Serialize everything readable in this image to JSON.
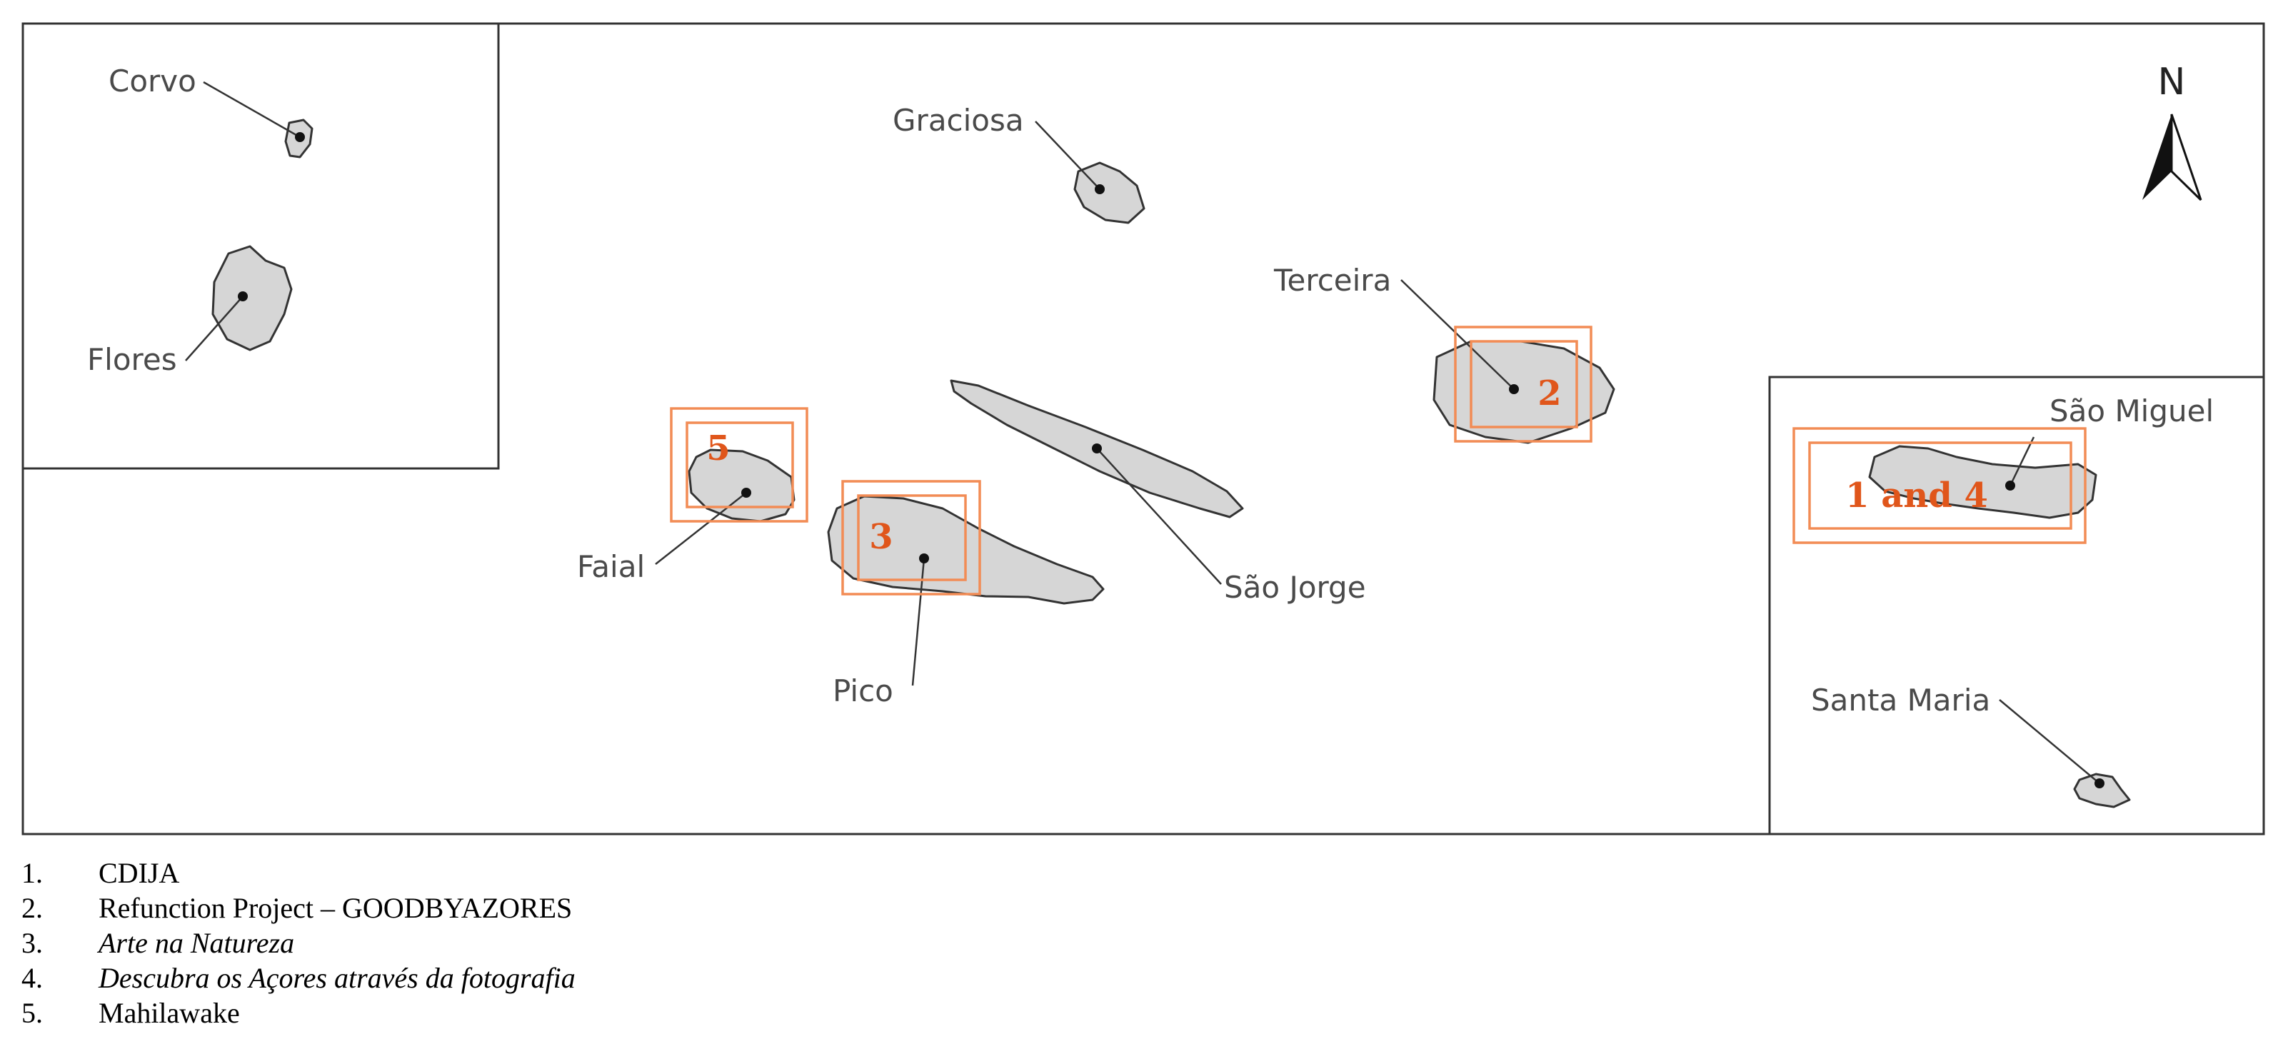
{
  "map": {
    "north_label": "N",
    "islands": {
      "corvo": "Corvo",
      "flores": "Flores",
      "graciosa": "Graciosa",
      "terceira": "Terceira",
      "sao_jorge": "São Jorge",
      "faial": "Faial",
      "pico": "Pico",
      "sao_miguel": "São Miguel",
      "santa_maria": "Santa Maria"
    },
    "markers": {
      "m1_4": "1 and 4",
      "m2": "2",
      "m3": "3",
      "m5": "5"
    }
  },
  "legend": [
    {
      "num": "1.",
      "text": "CDIJA",
      "italic": false
    },
    {
      "num": "2.",
      "text": "Refunction Project – GOODBYAZORES",
      "italic": false
    },
    {
      "num": "3.",
      "text": "Arte na Natureza",
      "italic": true
    },
    {
      "num": "4.",
      "text": "Descubra os Açores através da fotografia",
      "italic": true
    },
    {
      "num": "5.",
      "text": "Mahilawake",
      "italic": false
    }
  ],
  "colors": {
    "marker": "#e0561b",
    "marker_box": "#f28c55",
    "island_fill": "#d6d6d6"
  }
}
